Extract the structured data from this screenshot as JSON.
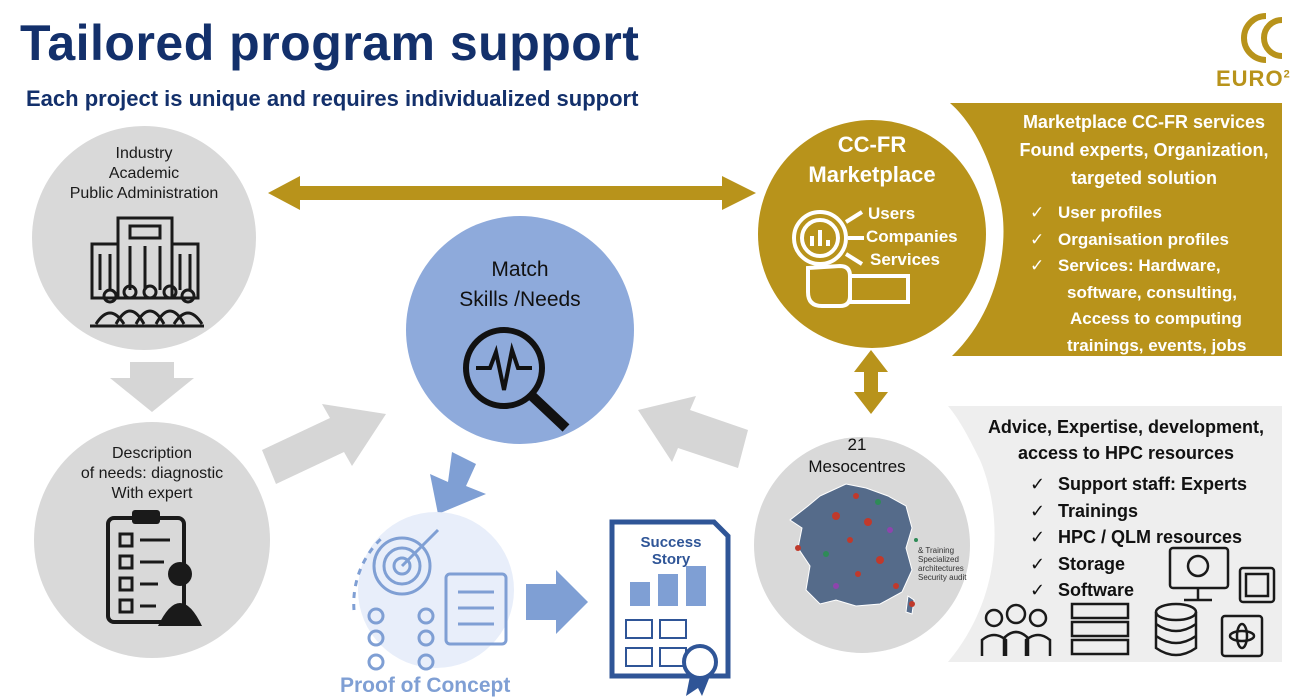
{
  "header": {
    "title": "Tailored program support",
    "subtitle": "Each project is unique and requires individualized support",
    "logo_text": "EURO",
    "logo_superscript": "2"
  },
  "nodes": {
    "industry": {
      "lines": [
        "Industry",
        "Academic",
        "Public Administration"
      ]
    },
    "description": {
      "lines": [
        "Description",
        "of needs: diagnostic",
        "With expert"
      ]
    },
    "match": {
      "lines": [
        "Match",
        "Skills /Needs"
      ]
    },
    "marketplace": {
      "lines": [
        "CC-FR",
        "Marketplace"
      ],
      "items": [
        "Users",
        "Companies",
        "Services"
      ]
    },
    "mesocentres": {
      "lines": [
        "21",
        "Mesocentres"
      ],
      "legend": [
        "& Training",
        "Specialized architectures",
        "Security audit"
      ]
    },
    "proof": {
      "label": "Proof of Concept"
    },
    "success": {
      "lines": [
        "Success",
        "Story"
      ]
    }
  },
  "marketplace_panel": {
    "heading": [
      "Marketplace CC-FR services",
      "Found experts, Organization,",
      "targeted solution"
    ],
    "items": [
      "User profiles",
      "Organisation profiles",
      "Services: Hardware,"
    ],
    "continuation": [
      "software, consulting,",
      "Access to computing",
      "trainings, events, jobs"
    ]
  },
  "mesocentre_panel": {
    "heading": [
      "Advice, Expertise, development,",
      "access to HPC resources"
    ],
    "items": [
      "Support staff: Experts",
      "Trainings",
      "HPC / QLM resources",
      "Storage",
      "Software"
    ]
  },
  "colors": {
    "navy": "#13306b",
    "gold": "#b8931b",
    "gray_circle": "#d9d9d9",
    "blue_circle": "#8eaadb",
    "arrow_gray": "#d6d6d6",
    "arrow_blue": "#7f9fd4",
    "panel_gray": "#eeeeee"
  }
}
